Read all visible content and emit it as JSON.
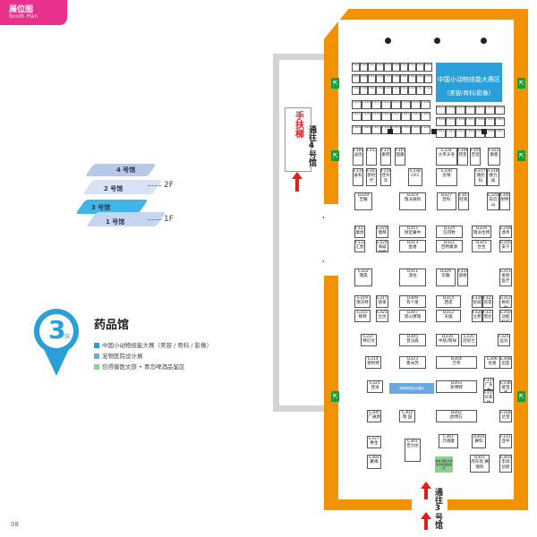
{
  "header": {
    "title": "展位图",
    "subtitle": "Booth Plan"
  },
  "floors": {
    "hall4": "4 号馆",
    "hall2": "2 号馆",
    "hall3": "3 号馆",
    "hall1": "1 号馆",
    "f2": "2F",
    "f1": "1F"
  },
  "hall": {
    "number": "3",
    "number_suffix": "馆",
    "title": "药品馆",
    "legend": [
      {
        "label": "中国小动物技能大赛（美容 / 骨科 / 影像）",
        "color": "#2a9fd8"
      },
      {
        "label": "宠物医院设计展",
        "color": "#6aa9e0"
      },
      {
        "label": "信得御医文旅 • 青岛啤酒品鉴区",
        "color": "#8ecf8e"
      }
    ]
  },
  "map": {
    "escalator": "手扶梯",
    "to_hall4": "通往4号馆",
    "to_hall3": "通往3号馆",
    "contest_area": "中国小动物技能大赛区",
    "contest_sub": "(美容/骨科/影像)",
    "design_expo_area": "宠物医院设计展区",
    "green_area": "信得 御医文旅 青岛啤酒品鉴区",
    "exit_icon": "emergency-exit-icon",
    "colors": {
      "hall_border": "#f39200",
      "exit": "#1a9e3b",
      "blue": "#2a9fd8",
      "arrow": "#e81b1b"
    }
  },
  "booths": [
    {
      "id": "F309",
      "name": "迪优"
    },
    {
      "id": "F310",
      "name": "泰科"
    },
    {
      "id": "F313",
      "name": ""
    },
    {
      "id": "F315",
      "name": "重明"
    },
    {
      "id": "F307",
      "name": "新时代"
    },
    {
      "id": "F316",
      "name": "佳升华"
    },
    {
      "id": "F301",
      "name": "国康"
    },
    {
      "id": "E338",
      "name": "GFC"
    },
    {
      "id": "E334",
      "name": "大禾天冬"
    },
    {
      "id": "F308",
      "name": "邦宝"
    },
    {
      "id": "F305",
      "name": "百宠"
    },
    {
      "id": "F322",
      "name": "康菱"
    },
    {
      "id": "E330",
      "name": "优晴"
    },
    {
      "id": "F317",
      "name": "瑞尼科"
    },
    {
      "id": "F318",
      "name": "德力威"
    },
    {
      "id": "D329",
      "name": "吉耀"
    },
    {
      "id": "D319",
      "name": "瑞派通和"
    },
    {
      "id": "D327",
      "name": "普科"
    },
    {
      "id": "F303",
      "name": "旺铭"
    },
    {
      "id": "E320",
      "name": "白云山"
    },
    {
      "id": "F304",
      "name": "耐特"
    },
    {
      "id": "F327",
      "name": "康烨"
    },
    {
      "id": "F312",
      "name": "汇智"
    },
    {
      "id": "E323",
      "name": "瑞拜"
    },
    {
      "id": "E324",
      "name": "海威动物"
    },
    {
      "id": "D315",
      "name": "保定冀中"
    },
    {
      "id": "D313",
      "name": "金盾"
    },
    {
      "id": "D324",
      "name": "信得牧"
    },
    {
      "id": "D321",
      "name": "百特康源"
    },
    {
      "id": "D326",
      "name": "瑞派生物"
    },
    {
      "id": "D325",
      "name": "合生"
    },
    {
      "id": "E318",
      "name": "澳禾"
    },
    {
      "id": "E316",
      "name": "安宁"
    },
    {
      "id": "E322",
      "name": "瑞晟"
    },
    {
      "id": "D311",
      "name": "澳龙"
    },
    {
      "id": "D320",
      "name": "华雅"
    },
    {
      "id": "F316b",
      "name": "道德"
    },
    {
      "id": "E311",
      "name": "金丽医疗"
    },
    {
      "id": "E319",
      "name": "瑞沃特"
    },
    {
      "id": "E317",
      "name": "丽来"
    },
    {
      "id": "D309",
      "name": "有个星"
    },
    {
      "id": "D314",
      "name": "西诺"
    },
    {
      "id": "F326",
      "name": "智威"
    },
    {
      "id": "F323",
      "name": "凯诺"
    },
    {
      "id": "E312",
      "name": "格利尔"
    },
    {
      "id": "E315",
      "name": "拜特"
    },
    {
      "id": "E321",
      "name": "立优"
    },
    {
      "id": "D307",
      "name": "景山博瑞"
    },
    {
      "id": "D312",
      "name": "天璇"
    },
    {
      "id": "F320",
      "name": "立邦"
    },
    {
      "id": "F321",
      "name": "鼎达"
    },
    {
      "id": "E310",
      "name": "功能科技"
    },
    {
      "id": "E337",
      "name": "特幻文"
    },
    {
      "id": "D305",
      "name": "普派森"
    },
    {
      "id": "D330",
      "name": "中航/南祥"
    },
    {
      "id": "E335",
      "name": "冠好兰"
    },
    {
      "id": "F325",
      "name": "远达"
    },
    {
      "id": "E314",
      "name": "德利特"
    },
    {
      "id": "D323",
      "name": "鲁米苏"
    },
    {
      "id": "B304",
      "name": "万禾"
    },
    {
      "id": "E306",
      "name": "优易"
    },
    {
      "id": "E308",
      "name": "迈亚"
    },
    {
      "id": "E325",
      "name": "普泽"
    },
    {
      "id": "B303",
      "name": "新博特"
    },
    {
      "id": "F319",
      "name": "广东本"
    },
    {
      "id": "F311",
      "name": "众和达"
    },
    {
      "id": "E336",
      "name": "能宝兽"
    },
    {
      "id": "E305",
      "name": "广通源"
    },
    {
      "id": "C303",
      "name": "瑞 园"
    },
    {
      "id": "B302",
      "name": "欧博方"
    },
    {
      "id": "F328",
      "name": "达宝"
    },
    {
      "id": "E327",
      "name": "惠生"
    },
    {
      "id": "C301",
      "name": "佳力达"
    },
    {
      "id": "C301b",
      "name": "万德康"
    },
    {
      "id": "D304",
      "name": "赛科"
    },
    {
      "id": "F331",
      "name": "亚牛"
    },
    {
      "id": "E302",
      "name": "聚缘"
    },
    {
      "id": "D302",
      "name": "丹东现 赛瑞科"
    },
    {
      "id": "E303",
      "name": "丰硕创新"
    }
  ],
  "small_booth_ids": [
    "F425",
    "F426",
    "F427",
    "F428",
    "F429",
    "F430",
    "F431",
    "F432",
    "F433",
    "F434",
    "F435",
    "F436",
    "F437",
    "F438",
    "F439",
    "F440",
    "F441",
    "F442",
    "F443",
    "F444",
    "F445",
    "F446",
    "F447",
    "F448",
    "F449",
    "F450"
  ],
  "page": {
    "number": "08"
  }
}
